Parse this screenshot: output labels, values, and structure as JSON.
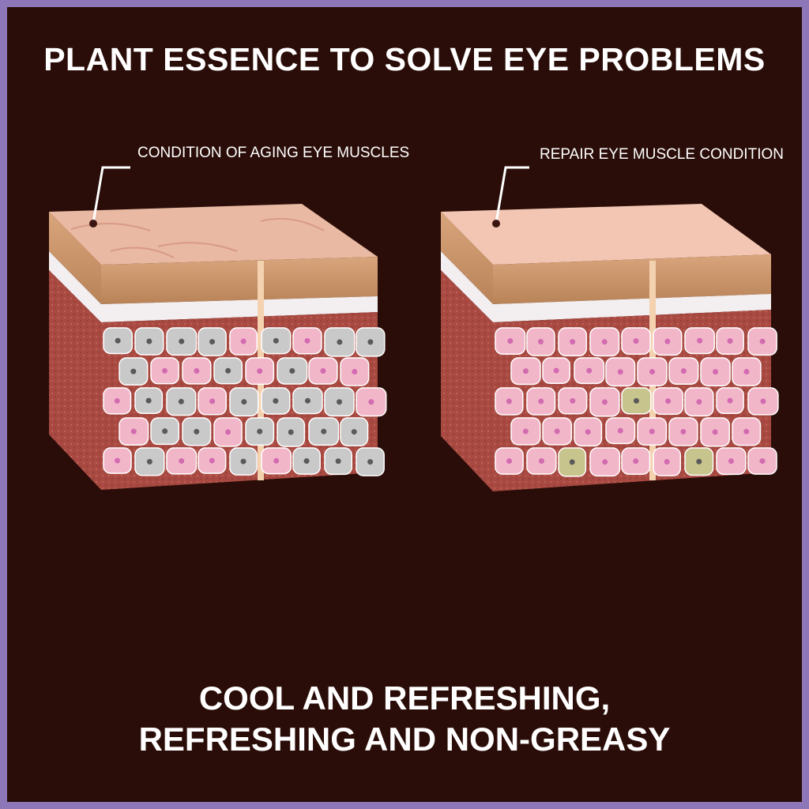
{
  "title": "PLANT ESSENCE TO SOLVE EYE PROBLEMS",
  "panels": [
    {
      "caption": "CONDITION OF AGING EYE MUSCLES",
      "state": "aging",
      "top_color": "#e9b9a3",
      "cell_color_healthy": "#f2b6c9",
      "cell_color_aged": "#c9c9c9"
    },
    {
      "caption": "REPAIR EYE MUSCLE CONDITION",
      "state": "repaired",
      "top_color": "#f3c6b3",
      "cell_color_healthy": "#f2b6c9",
      "cell_color_aged": "#c8c48e"
    }
  ],
  "footer": {
    "line1": "COOL AND REFRESHING,",
    "line2": "REFRESHING AND NON-GREASY"
  },
  "colors": {
    "background": "#2a0d08",
    "border": "#8d77b8",
    "text": "#ffffff",
    "skin_side": "#cf9a72",
    "tissue": "#a84a42"
  }
}
